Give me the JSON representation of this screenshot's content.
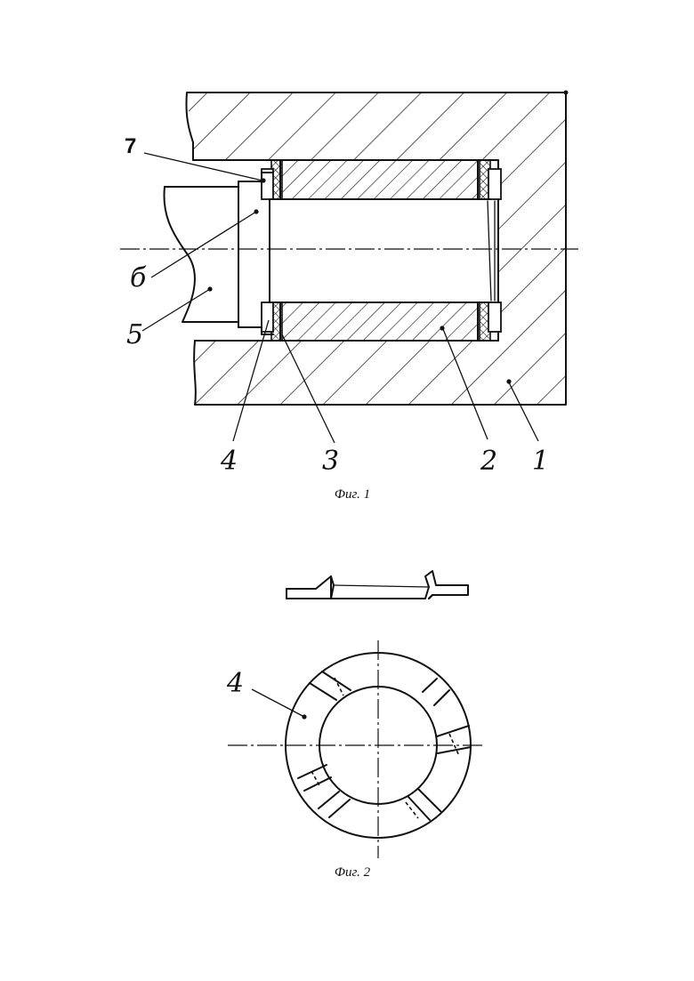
{
  "figure1": {
    "caption": "Фиг. 1",
    "labels": {
      "l1": "1",
      "l2": "2",
      "l3": "3",
      "l4": "4",
      "l5": "5",
      "l6": "б",
      "l7": "7"
    }
  },
  "figure2": {
    "caption": "Фиг. 2",
    "labels": {
      "l4": "4"
    }
  }
}
